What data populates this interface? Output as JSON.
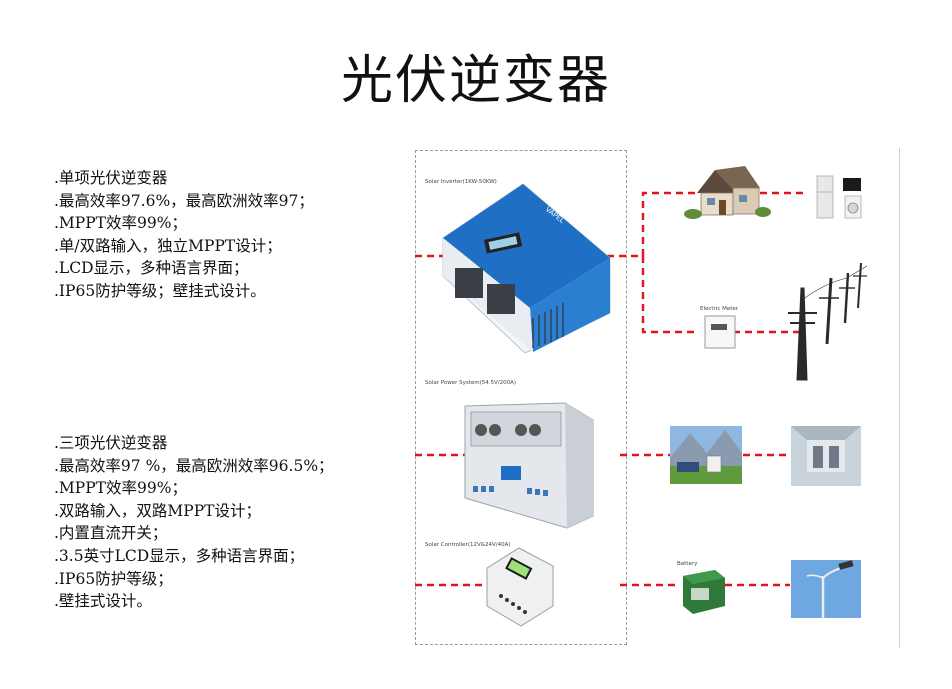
{
  "title": "光伏逆变器",
  "single_phase": {
    "items": [
      ".单项光伏逆变器",
      ".最高效率97.6%，最高欧洲效率97；",
      ".MPPT效率99%；",
      ".单/双路输入，独立MPPT设计；",
      ".LCD显示，多种语言界面；",
      ".IP65防护等级；壁挂式设计。"
    ]
  },
  "three_phase": {
    "items": [
      ".三项光伏逆变器",
      ".最高效率97 %，最高欧洲效率96.5%；",
      ".MPPT效率99%；",
      ".双路输入，双路MPPT设计；",
      ".内置直流开关；",
      ".3.5英寸LCD显示，多种语言界面；",
      ".IP65防护等级；",
      ".壁挂式设计。"
    ]
  },
  "diagram": {
    "inverter_label": "Solar  Inverter(1KW-50KW)",
    "inverter_brand": "VAPEL",
    "meter_label": "Electric Meter",
    "power_system_label": "Solar Power System(54.5V/200A)",
    "controller_label": "Solar Controller(12V&24V/40A)",
    "battery_label": "Battery",
    "wire_color": "#e0141e",
    "inverter_color": "#1f6fc4"
  }
}
